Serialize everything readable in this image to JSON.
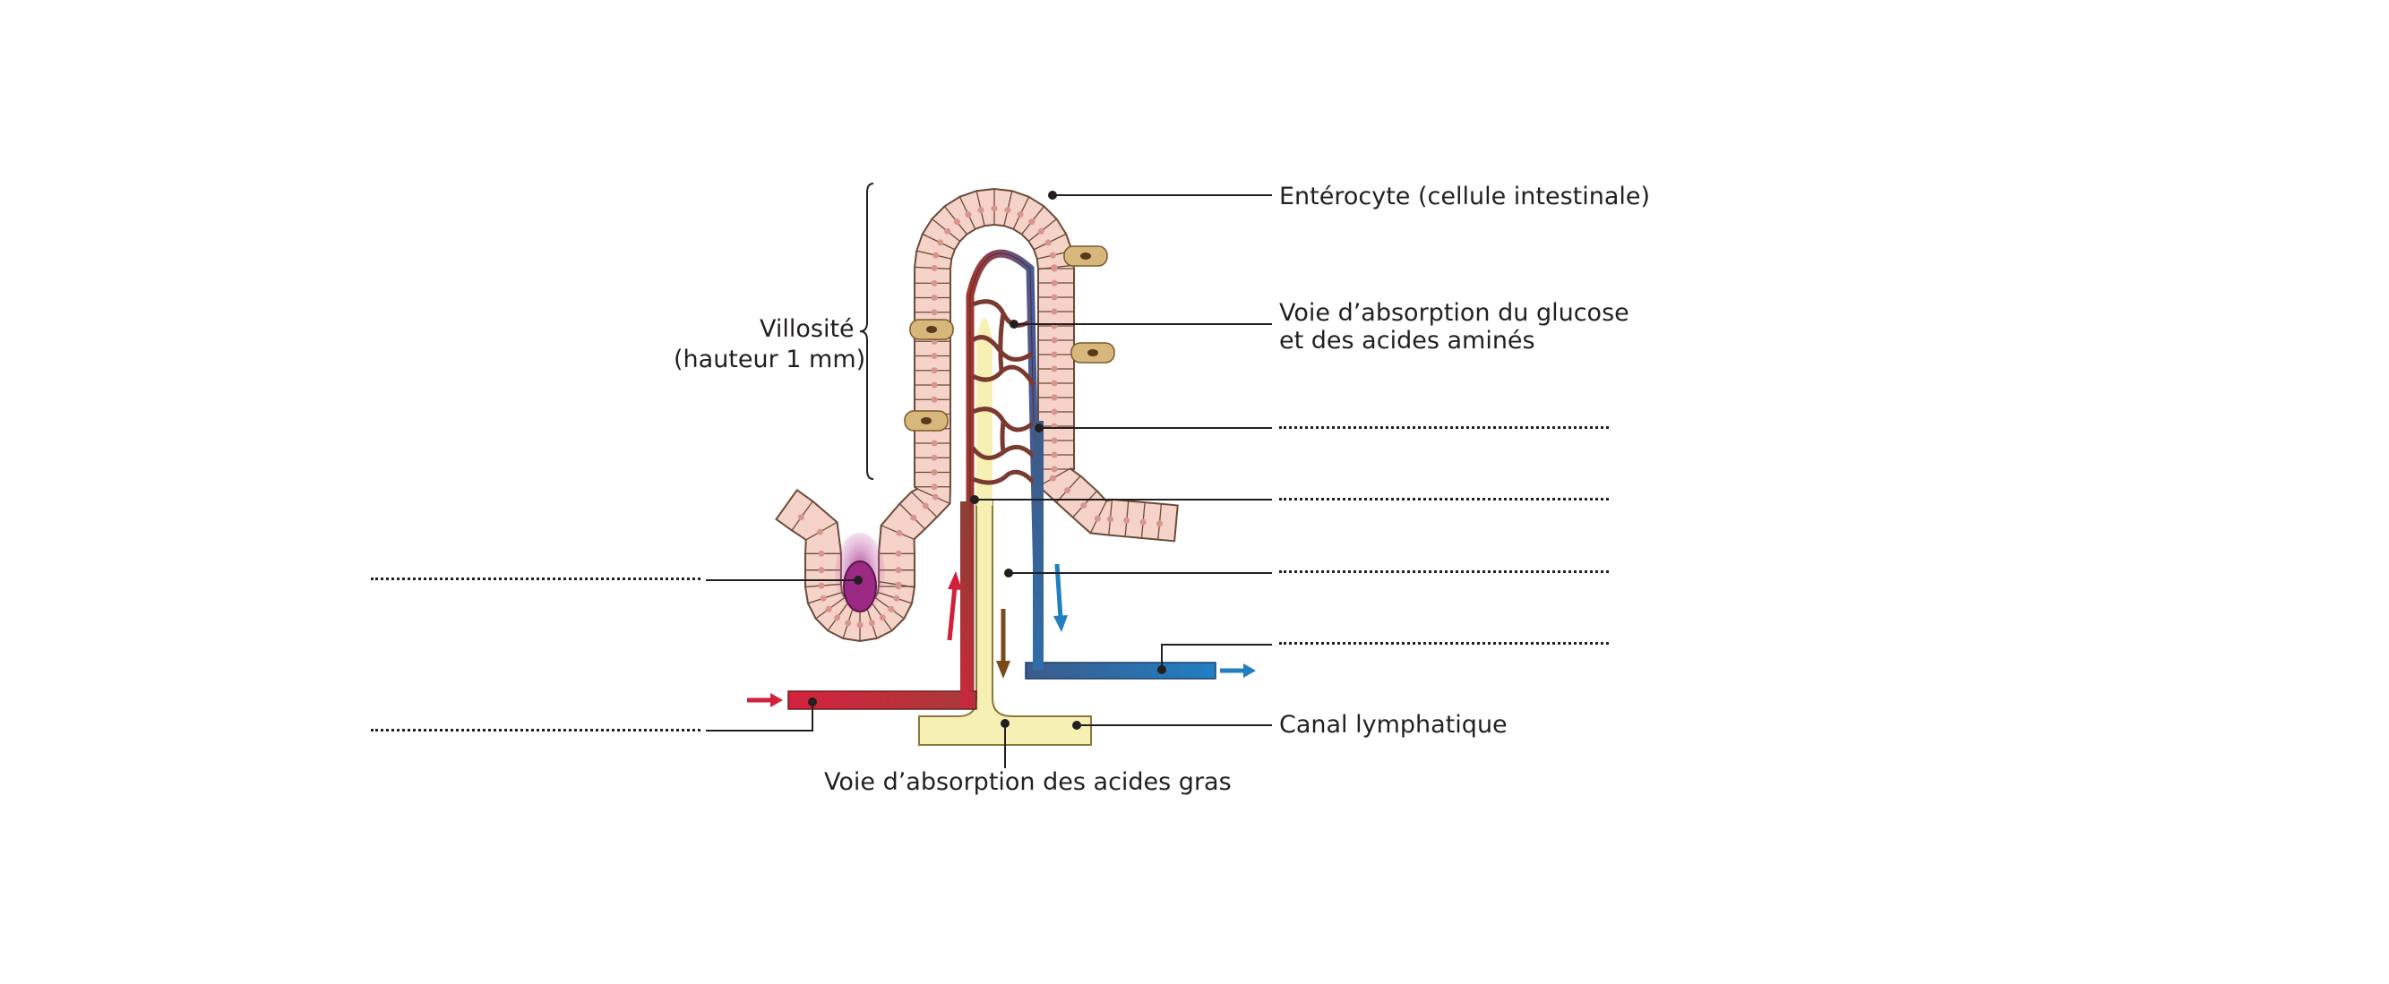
{
  "labels": {
    "enterocyte": "Entérocyte (cellule intestinale)",
    "glucose_line1": "Voie d’absorption du glucose",
    "glucose_line2": "et des acides aminés",
    "villosite_line1": "Villosité",
    "villosite_line2": "(hauteur 1 mm)",
    "canal": "Canal lymphatique",
    "acides_gras": "Voie d’absorption des acides gras"
  },
  "blanks": [
    "",
    "",
    "",
    "",
    "",
    ""
  ],
  "colors": {
    "epithelium_fill": "#f5d3c8",
    "epithelium_stroke": "#6b4a3a",
    "nucleus": "#d9958c",
    "lymph": "#f7f0b5",
    "artery": "#d21f3c",
    "vein": "#1f7fc1",
    "capillary": "#8b4a3a",
    "gland": "#9c2a84",
    "fibroblast": "#d8b77c"
  },
  "icons": [
    "arrow-right-red-icon",
    "arrow-up-red-icon",
    "arrow-down-brown-icon",
    "arrow-down-blue-icon",
    "arrow-right-blue-icon"
  ]
}
